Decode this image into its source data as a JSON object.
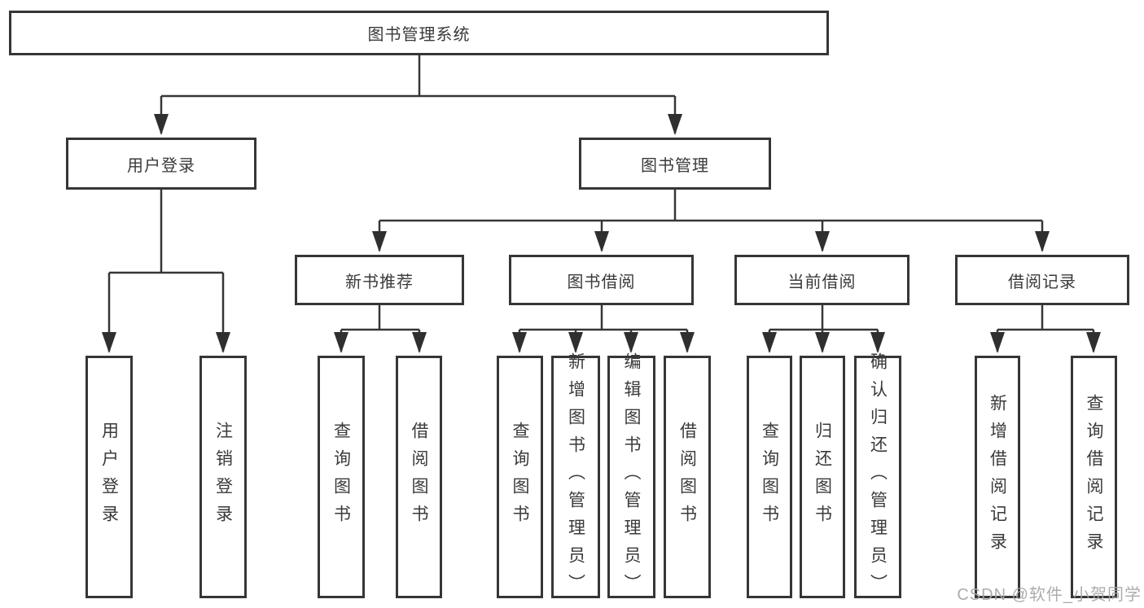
{
  "tree": {
    "root": {
      "label": "图书管理系统"
    },
    "level1": [
      {
        "label": "用户登录",
        "children": [
          {
            "label": "用户登录"
          },
          {
            "label": "注销登录"
          }
        ]
      },
      {
        "label": "图书管理",
        "groups": [
          {
            "label": "新书推荐",
            "children": [
              {
                "label": "查询图书"
              },
              {
                "label": "借阅图书"
              }
            ]
          },
          {
            "label": "图书借阅",
            "children": [
              {
                "label": "查询图书"
              },
              {
                "label": "新增图书（管理员）"
              },
              {
                "label": "编辑图书（管理员）"
              },
              {
                "label": "借阅图书"
              }
            ]
          },
          {
            "label": "当前借阅",
            "children": [
              {
                "label": "查询图书"
              },
              {
                "label": "归还图书"
              },
              {
                "label": "确认归还（管理员）"
              }
            ]
          },
          {
            "label": "借阅记录",
            "children": [
              {
                "label": "新增借阅记录"
              },
              {
                "label": "查询借阅记录"
              }
            ]
          }
        ]
      }
    ]
  },
  "watermark": {
    "text": "CSDN @软件_小贺同学"
  },
  "colors": {
    "line": "#363636",
    "arrow": "#2f2f2f",
    "text": "#3a3a3a",
    "watermark": "#a5a5a5",
    "background": "#ffffff"
  }
}
